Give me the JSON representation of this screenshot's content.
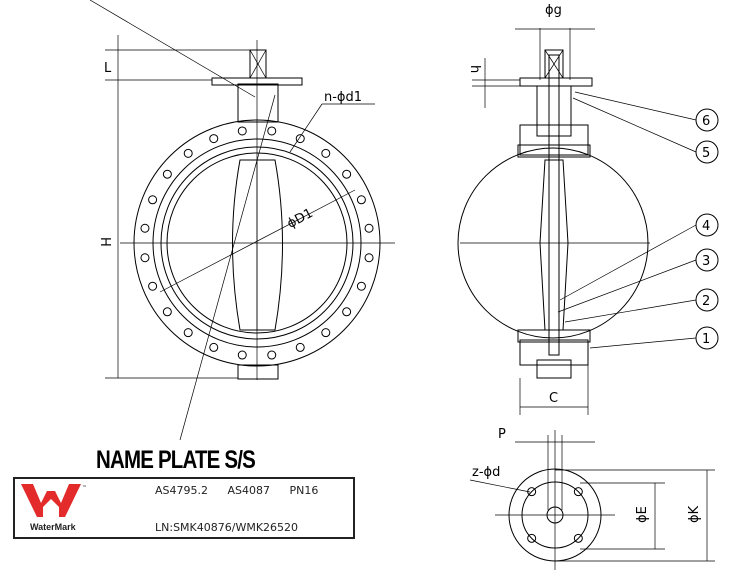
{
  "drawing": {
    "front_view": {
      "labels": {
        "L": "L",
        "H": "H",
        "holes": "n-ϕd1",
        "D1": "ϕD1"
      }
    },
    "side_view": {
      "labels": {
        "g": "ϕg",
        "h": "h",
        "C": "C"
      },
      "balloons": [
        "6",
        "5",
        "4",
        "3",
        "2",
        "1"
      ]
    },
    "bottom_view": {
      "labels": {
        "P": "P",
        "zd": "z-ϕd",
        "E": "ϕE",
        "K": "ϕK"
      }
    }
  },
  "nameplate": {
    "title": "NAME PLATE S/S",
    "logo_text": "WaterMark",
    "logo_tm": "™",
    "standards": [
      "AS4795.2",
      "AS4087",
      "PN16"
    ],
    "licence": "LN:SMK40876/WMK26520",
    "logo_color": "#e32b2b"
  }
}
